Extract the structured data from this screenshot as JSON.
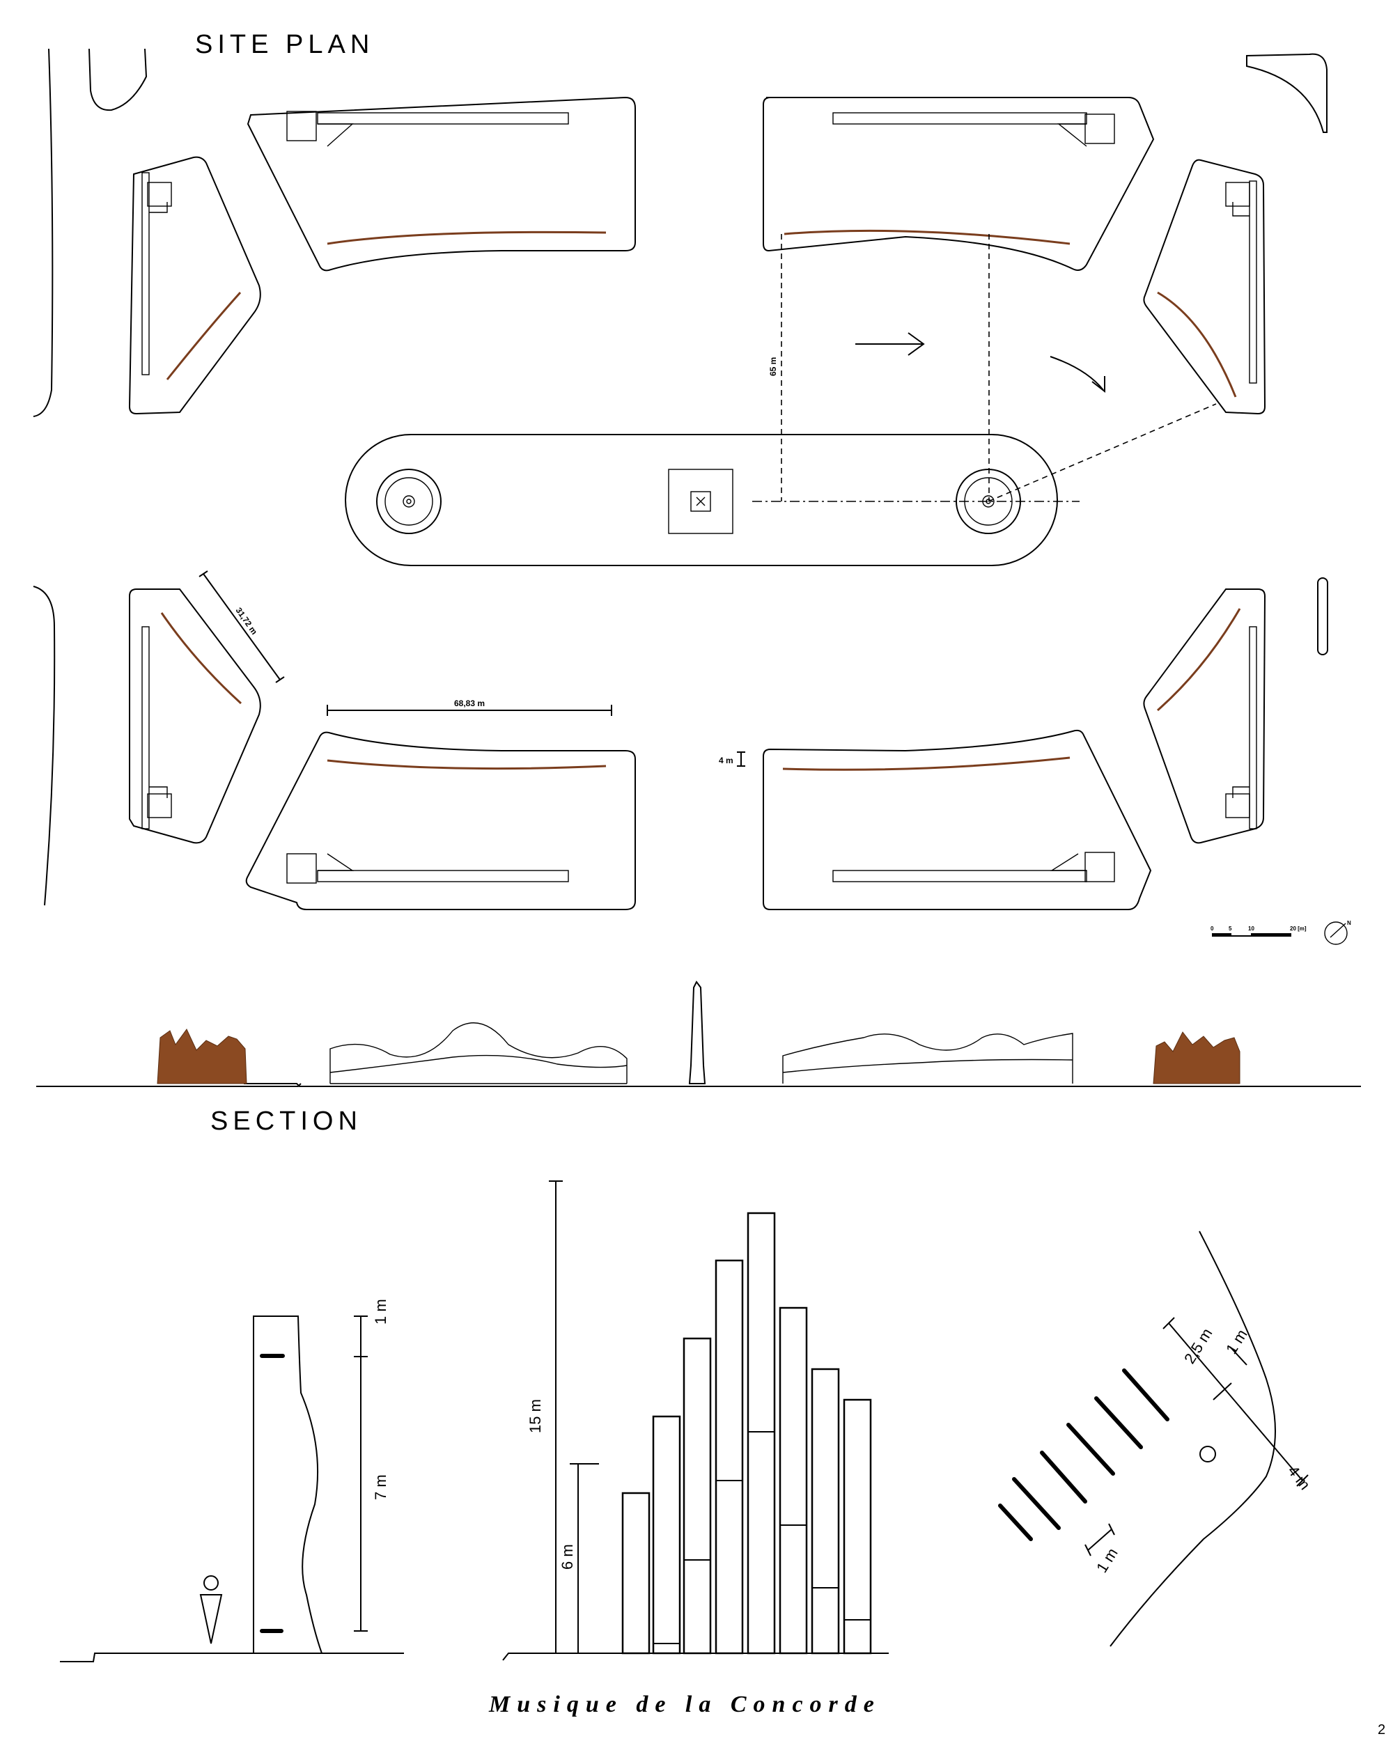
{
  "site_plan": {
    "title": "SITE PLAN",
    "dim_distance": "65 m",
    "dim_length_long": "68,83 m",
    "dim_length_diag": "31,72 m",
    "dim_spacing": "4 m",
    "scale_bar": {
      "ticks": [
        "0",
        "5",
        "10",
        "20 [m]"
      ]
    },
    "north_label": "N"
  },
  "section": {
    "title": "SECTION"
  },
  "details": {
    "pipe_elevation": {
      "top_label": "1 m",
      "body_label": "7 m"
    },
    "pipe_heights": {
      "max_label": "15 m",
      "min_label": "6 m"
    },
    "pipe_layout": {
      "spacing_label": "2,5 m",
      "pipe_label": "1 m",
      "edge_label": "4 m",
      "width_label": "1 m"
    }
  },
  "caption": "Musique de la Concorde",
  "page_number": "2"
}
